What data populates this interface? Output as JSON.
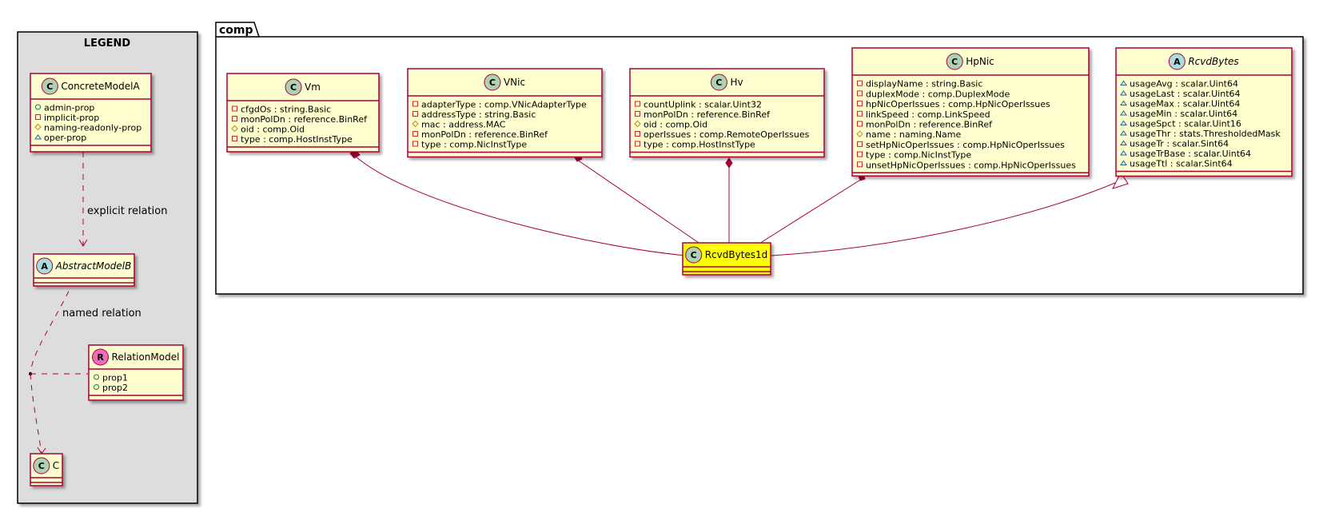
{
  "legend": {
    "title": "LEGEND",
    "concrete": {
      "name": "ConcreteModelA",
      "stereo": "C",
      "attrs": [
        {
          "vis": "+",
          "text": "admin-prop"
        },
        {
          "vis": "-",
          "text": "implicit-prop"
        },
        {
          "vis": "#",
          "text": "naming-readonly-prop"
        },
        {
          "vis": "~",
          "text": "oper-prop"
        }
      ]
    },
    "abstract": {
      "name": "AbstractModelB",
      "stereo": "A"
    },
    "relation": {
      "name": "RelationModel",
      "stereo": "R",
      "attrs": [
        {
          "vis": "+",
          "text": "prop1"
        },
        {
          "vis": "+",
          "text": "prop2"
        }
      ]
    },
    "c": {
      "name": "C",
      "stereo": "C"
    },
    "explicit_label": "explicit relation",
    "named_label": "named relation"
  },
  "package": {
    "name": "comp",
    "classes": {
      "vm": {
        "name": "Vm",
        "stereo": "C",
        "attrs": [
          {
            "vis": "-",
            "text": "cfgdOs : string.Basic"
          },
          {
            "vis": "-",
            "text": "monPolDn : reference.BinRef"
          },
          {
            "vis": "#",
            "text": "oid : comp.Oid"
          },
          {
            "vis": "-",
            "text": "type : comp.HostInstType"
          }
        ]
      },
      "vnic": {
        "name": "VNic",
        "stereo": "C",
        "attrs": [
          {
            "vis": "-",
            "text": "adapterType : comp.VNicAdapterType"
          },
          {
            "vis": "-",
            "text": "addressType : string.Basic"
          },
          {
            "vis": "#",
            "text": "mac : address.MAC"
          },
          {
            "vis": "-",
            "text": "monPolDn : reference.BinRef"
          },
          {
            "vis": "-",
            "text": "type : comp.NicInstType"
          }
        ]
      },
      "hv": {
        "name": "Hv",
        "stereo": "C",
        "attrs": [
          {
            "vis": "-",
            "text": "countUplink : scalar.Uint32"
          },
          {
            "vis": "-",
            "text": "monPolDn : reference.BinRef"
          },
          {
            "vis": "#",
            "text": "oid : comp.Oid"
          },
          {
            "vis": "-",
            "text": "operIssues : comp.RemoteOperIssues"
          },
          {
            "vis": "-",
            "text": "type : comp.HostInstType"
          }
        ]
      },
      "hpnic": {
        "name": "HpNic",
        "stereo": "C",
        "attrs": [
          {
            "vis": "-",
            "text": "displayName : string.Basic"
          },
          {
            "vis": "-",
            "text": "duplexMode : comp.DuplexMode"
          },
          {
            "vis": "-",
            "text": "hpNicOperIssues : comp.HpNicOperIssues"
          },
          {
            "vis": "-",
            "text": "linkSpeed : comp.LinkSpeed"
          },
          {
            "vis": "-",
            "text": "monPolDn : reference.BinRef"
          },
          {
            "vis": "#",
            "text": "name : naming.Name"
          },
          {
            "vis": "-",
            "text": "setHpNicOperIssues : comp.HpNicOperIssues"
          },
          {
            "vis": "-",
            "text": "type : comp.NicInstType"
          },
          {
            "vis": "-",
            "text": "unsetHpNicOperIssues : comp.HpNicOperIssues"
          }
        ]
      },
      "rcvdbytes": {
        "name": "RcvdBytes",
        "stereo": "A",
        "attrs": [
          {
            "vis": "~",
            "text": "usageAvg : scalar.Uint64"
          },
          {
            "vis": "~",
            "text": "usageLast : scalar.Uint64"
          },
          {
            "vis": "~",
            "text": "usageMax : scalar.Uint64"
          },
          {
            "vis": "~",
            "text": "usageMin : scalar.Uint64"
          },
          {
            "vis": "~",
            "text": "usageSpct : scalar.Uint16"
          },
          {
            "vis": "~",
            "text": "usageThr : stats.ThresholdedMask"
          },
          {
            "vis": "~",
            "text": "usageTr : scalar.Sint64"
          },
          {
            "vis": "~",
            "text": "usageTrBase : scalar.Uint64"
          },
          {
            "vis": "~",
            "text": "usageTtl : scalar.Sint64"
          }
        ]
      },
      "rcvdbytes1d": {
        "name": "RcvdBytes1d",
        "stereo": "C",
        "attrs": []
      }
    }
  },
  "colors": {
    "border": "#A80036",
    "class_fill": "#FEFECE",
    "highlight_fill": "#FFFF00",
    "legend_fill": "#DDDDDD",
    "class_icon": "#ADD1B2",
    "abstract_icon": "#A9DCDF",
    "relation_icon": "#EB6DBC",
    "public_vis": "#038048",
    "private_vis": "#C82930",
    "protected_vis": "#B38D22",
    "package_vis": "#1963A0"
  }
}
